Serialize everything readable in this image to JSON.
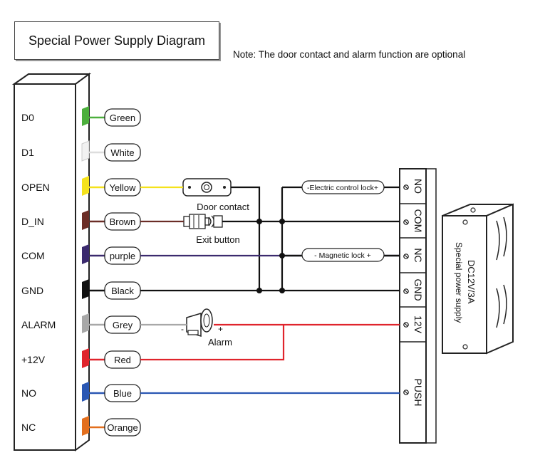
{
  "title": "Special Power Supply Diagram",
  "note": "Note: The door contact and alarm function are optional",
  "terminals": [
    {
      "label": "D0",
      "wire": "Green",
      "color": "#4caf3c"
    },
    {
      "label": "D1",
      "wire": "White",
      "color": "#f2f2f2"
    },
    {
      "label": "OPEN",
      "wire": "Yellow",
      "color": "#f5e21c"
    },
    {
      "label": "D_IN",
      "wire": "Brown",
      "color": "#6b2d26"
    },
    {
      "label": "COM",
      "wire": "purple",
      "color": "#3b2a6e"
    },
    {
      "label": "GND",
      "wire": "Black",
      "color": "#111111"
    },
    {
      "label": "ALARM",
      "wire": "Grey",
      "color": "#a8a8a8"
    },
    {
      "label": "+12V",
      "wire": "Red",
      "color": "#e0242c"
    },
    {
      "label": "NO",
      "wire": "Blue",
      "color": "#2a57b3"
    },
    {
      "label": "NC",
      "wire": "Orange",
      "color": "#e36f1e"
    }
  ],
  "components": {
    "door_contact": "Door contact",
    "exit_button": "Exit button",
    "alarm": "Alarm",
    "alarm_minus": "-",
    "alarm_plus": "+",
    "electric_lock": "-Electric control lock+",
    "magnetic_lock": "- Magnetic lock +"
  },
  "power_terminals": [
    "NO",
    "COM",
    "NC",
    "GND",
    "12V",
    "PUSH"
  ],
  "power_supply": {
    "line1": "DC12V/3A",
    "line2": "Special power supply"
  }
}
